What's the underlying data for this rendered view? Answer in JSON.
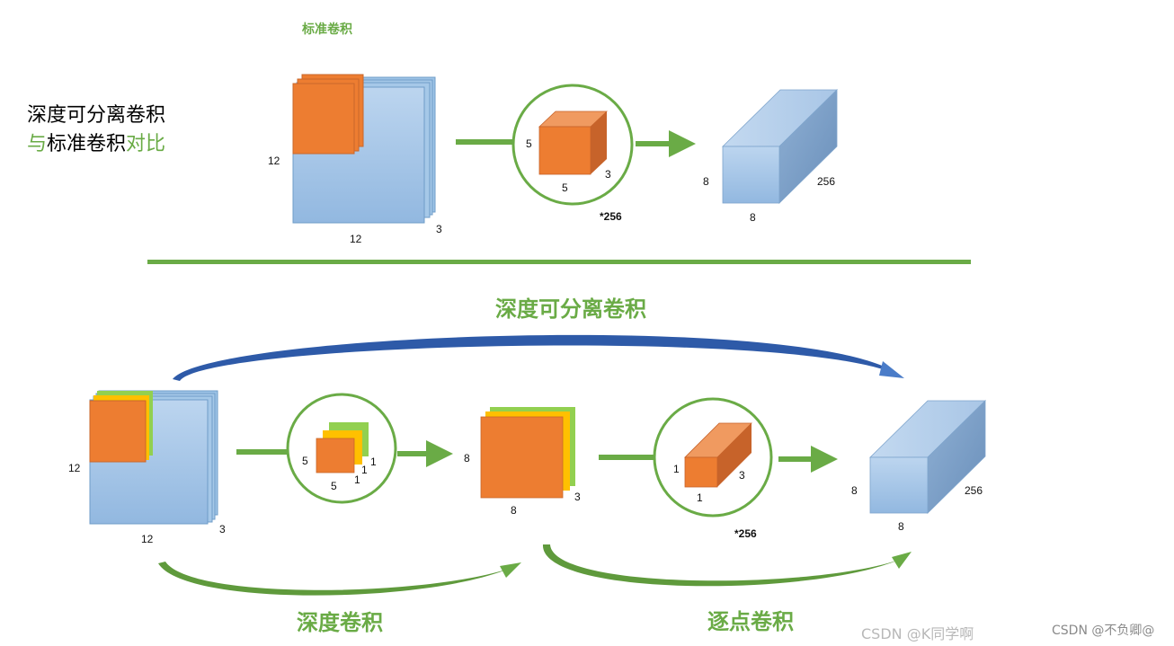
{
  "titles": {
    "standard_conv": "标准卷积",
    "compare_line1": "深度可分离卷积",
    "compare_line2_a": "与",
    "compare_line2_b": "标准卷积",
    "compare_line2_c": "对比",
    "depthwise_separable": "深度可分离卷积",
    "depthwise": "深度卷积",
    "pointwise": "逐点卷积"
  },
  "standard": {
    "input_side": "12",
    "input_bottom": "12",
    "input_depth": "3",
    "kernel_side": "5",
    "kernel_bottom": "5",
    "kernel_depth": "3",
    "kernel_count": "*256",
    "output_side": "8",
    "output_bottom": "8",
    "output_depth": "256"
  },
  "depthwise": {
    "input_side": "12",
    "input_bottom": "12",
    "input_depth": "3",
    "kernel_side": "5",
    "kernel_bottom": "5",
    "kernel_d1": "1",
    "kernel_d2": "1",
    "kernel_d3": "1",
    "output_side": "8",
    "output_bottom": "8",
    "output_depth": "3"
  },
  "pointwise": {
    "kernel_side": "1",
    "kernel_bottom": "1",
    "kernel_depth": "3",
    "kernel_count": "*256",
    "output_side": "8",
    "output_bottom": "8",
    "output_depth": "256"
  },
  "watermarks": {
    "primary": "CSDN @K同学啊",
    "secondary": "CSDN @不负卿@"
  },
  "colors": {
    "orange": "#ed7d31",
    "orange_top": "#f09a60",
    "orange_side": "#c7632a",
    "blue": "#9dc3e6",
    "green": "#6aab46",
    "yellow": "#ffc000",
    "light_green": "#92d050",
    "arc_blue": "#2e5aa8"
  }
}
